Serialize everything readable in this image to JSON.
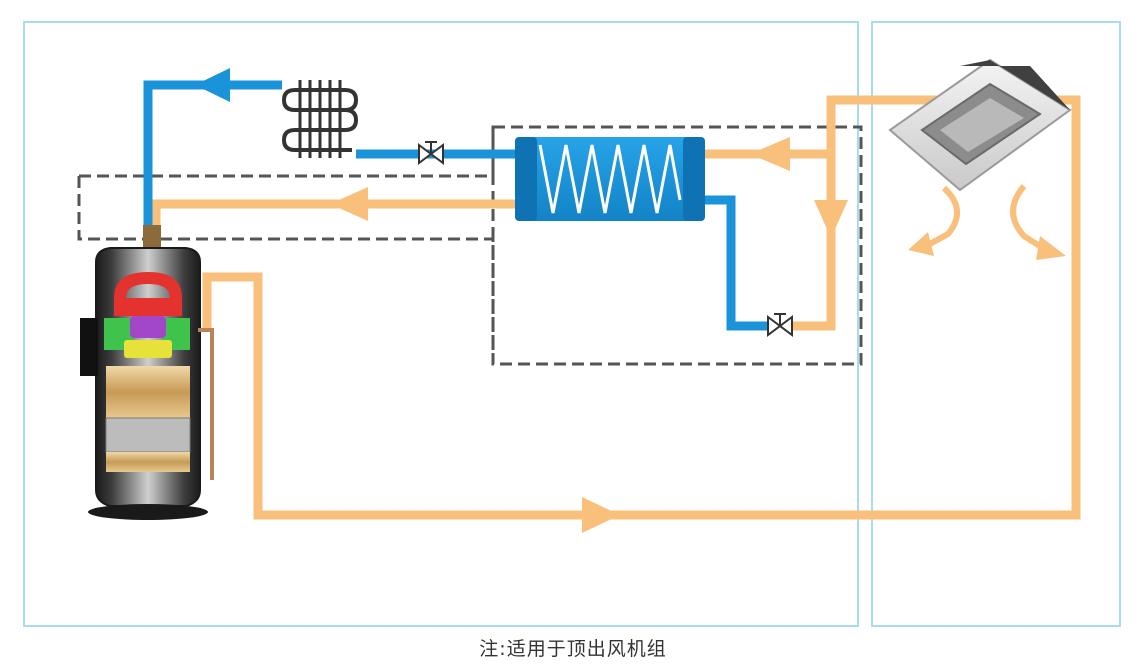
{
  "caption": "注:适用于顶出风机组",
  "colors": {
    "panel_border": "#a9dbef",
    "refrigerant_pipe": "#1a93d9",
    "water_pipe": "#f8c07a",
    "dashed_outline": "#555555",
    "heat_exchanger": "#1a93d9"
  },
  "components": {
    "compressor": "compressor",
    "condenser_coil": "finned-coil",
    "expansion_valve_top": "valve",
    "plate_heat_exchanger": "heat-exchanger",
    "expansion_valve_bottom": "valve",
    "ceiling_cassette_unit": "cassette-indoor-unit"
  }
}
